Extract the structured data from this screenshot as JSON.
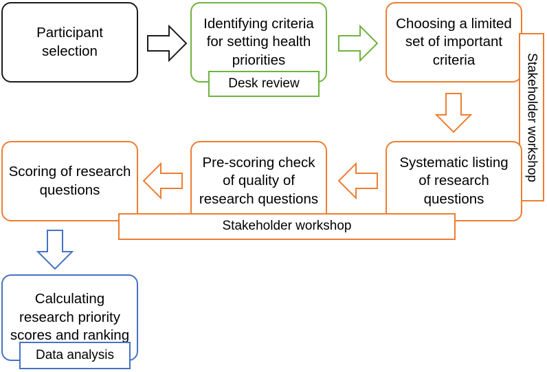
{
  "diagram": {
    "title": "Research priority setting process flowchart",
    "colors": {
      "black": "#1a1a1a",
      "green": "#6FB23F",
      "orange": "#ED7D31",
      "blue": "#4472C4",
      "background": "#ffffff",
      "text": "#000000"
    },
    "nodes": {
      "participant_selection": "Participant selection",
      "identifying_criteria": "Identifying criteria for setting health priorities",
      "choosing_criteria": "Choosing a limited set of important criteria",
      "systematic_listing": "Systematic listing of research questions",
      "pre_scoring_check": "Pre-scoring check of quality of research questions",
      "scoring_questions": "Scoring of research questions",
      "calculating_scores": "Calculating research priority scores and ranking"
    },
    "method_labels": {
      "desk_review": "Desk review",
      "stakeholder_workshop_vertical": "Stakeholder workshop",
      "stakeholder_workshop_horizontal": "Stakeholder workshop",
      "data_analysis": "Data analysis"
    },
    "arrows": [
      {
        "name": "arrow-participant-to-identifying",
        "direction": "right",
        "color": "#1a1a1a"
      },
      {
        "name": "arrow-identifying-to-choosing",
        "direction": "right",
        "color": "#6FB23F"
      },
      {
        "name": "arrow-choosing-to-systematic",
        "direction": "down",
        "color": "#ED7D31"
      },
      {
        "name": "arrow-systematic-to-prescoring",
        "direction": "left",
        "color": "#ED7D31"
      },
      {
        "name": "arrow-prescoring-to-scoring",
        "direction": "left",
        "color": "#ED7D31"
      },
      {
        "name": "arrow-scoring-to-calculating",
        "direction": "down",
        "color": "#4472C4"
      }
    ]
  }
}
